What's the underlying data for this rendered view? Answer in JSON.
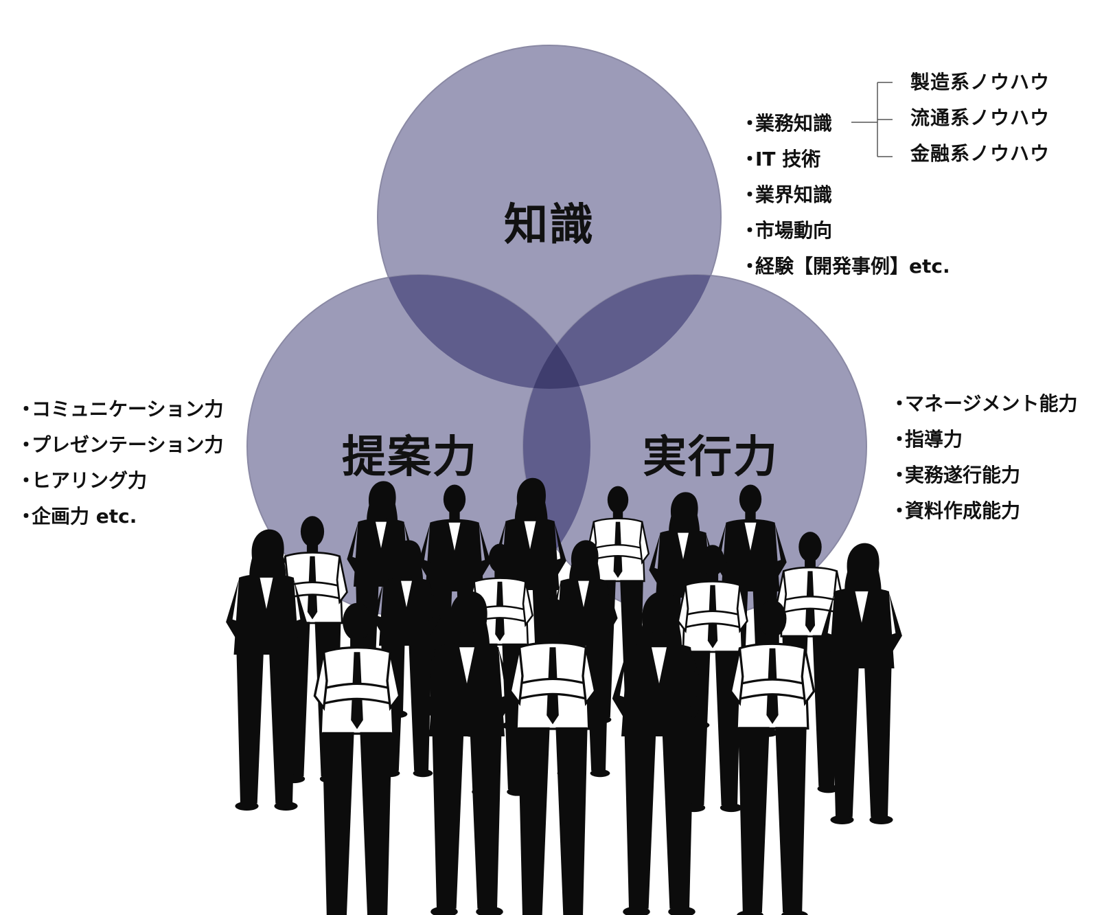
{
  "circles": [
    {
      "label": "知識",
      "color": "#9c9bb8"
    },
    {
      "label": "提案力",
      "color": "#9c9bb8"
    },
    {
      "label": "実行力",
      "color": "#9c9bb8"
    }
  ],
  "overlap_color": "#5f5d8c",
  "center_color": "#3f3d6e",
  "knowledge_list": [
    "業務知識",
    "IT 技術",
    "業界知識",
    "市場動向",
    "経験【開発事例】etc."
  ],
  "business_knowledge_sub": [
    "製造系ノウハウ",
    "流通系ノウハウ",
    "金融系ノウハウ"
  ],
  "proposal_list": [
    "コミュニケーション力",
    "プレゼンテーション力",
    "ヒアリング力",
    "企画力 etc."
  ],
  "execution_list": [
    "マネージメント能力",
    "指導力",
    "実務遂行能力",
    "資料作成能力"
  ],
  "bullet": "・"
}
